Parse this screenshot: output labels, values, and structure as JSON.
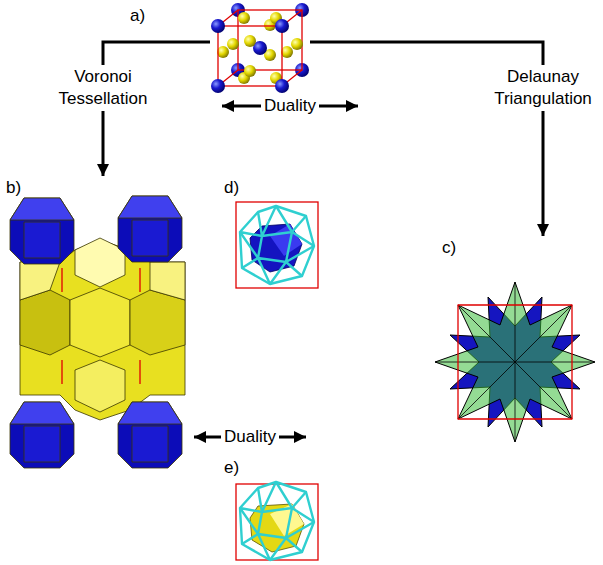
{
  "diagram": {
    "nodes": [
      {
        "text": [
          "a)"
        ]
      },
      {
        "text": [
          "b)"
        ]
      },
      {
        "text": [
          "c)"
        ]
      },
      {
        "text": [
          "d)"
        ]
      },
      {
        "text": [
          "e)"
        ]
      }
    ],
    "edges": [
      {
        "from": 0,
        "to": 1,
        "arrow": "to",
        "label": "Voronoi Tessellation"
      },
      {
        "from": 0,
        "to": 2,
        "arrow": "to",
        "label": "Delaunay Triangulation"
      }
    ],
    "labels": [
      "Duality",
      "Duality"
    ]
  }
}
